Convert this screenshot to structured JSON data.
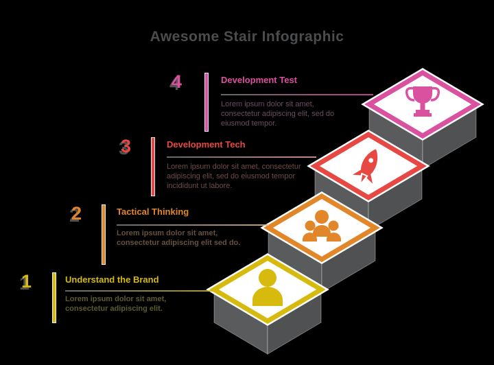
{
  "title": "Awesome Stair Infographic",
  "colors": {
    "background": "#000000",
    "title_text": "#4b4c4e",
    "step_side_gray": "#57585a",
    "step_face_white": "#ffffff",
    "step1_yellow": "#d6ba0d",
    "step2_orange": "#e1872a",
    "step3_red": "#e84843",
    "step4_pink": "#d9519f"
  },
  "steps": [
    {
      "number": "1",
      "label": "Understand the Brand",
      "description": "Lorem ipsum dolor sit amet, consectetur adipiscing elit.",
      "color": "#d6ba0d",
      "icon": "person-icon"
    },
    {
      "number": "2",
      "label": "Tactical Thinking",
      "description": "Lorem ipsum dolor sit amet, consectetur adipiscing elit sed do.",
      "color": "#e1872a",
      "icon": "team-icon"
    },
    {
      "number": "3",
      "label": "Development Tech",
      "description": "Lorem ipsum dolor sit amet, consectetur adipiscing elit, sed do eiusmod tempor incididunt ut labore.",
      "color": "#e84843",
      "icon": "rocket-icon"
    },
    {
      "number": "4",
      "label": "Development Test",
      "description": "Lorem ipsum dolor sit amet, consectetur adipiscing elit, sed do eiusmod tempor.",
      "color": "#d9519f",
      "icon": "trophy-icon"
    }
  ]
}
